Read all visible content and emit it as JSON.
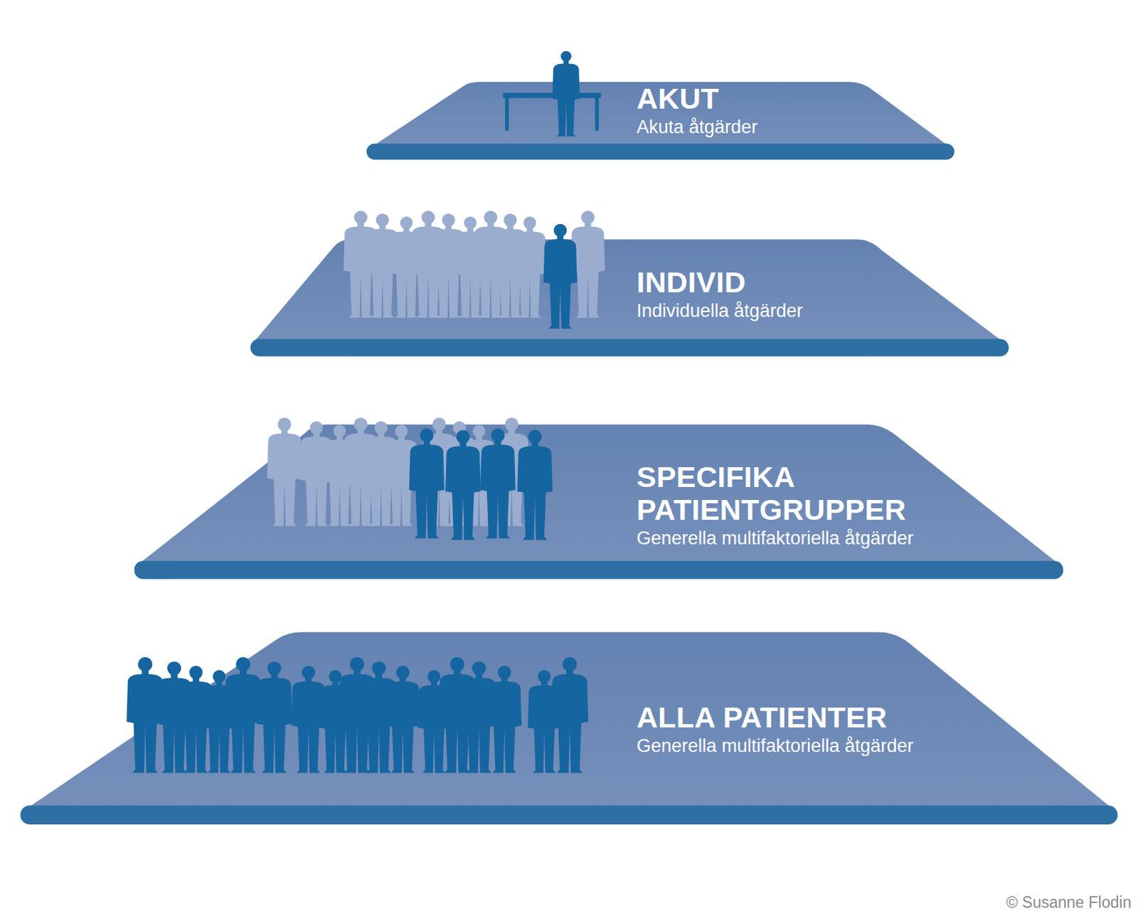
{
  "diagram": {
    "nodes": [
      {
        "text": [
          "AKUT",
          "Akuta åtgärder"
        ]
      },
      {
        "text": [
          "INDIVID",
          "Individuella åtgärder"
        ]
      },
      {
        "text": [
          "SPECIFIKA PATIENTGRUPPER",
          "Generella multifaktoriella åtgärder"
        ]
      },
      {
        "text": [
          "ALLA PATIENTER",
          "Generella multifaktoriella åtgärder"
        ]
      }
    ],
    "labels": [
      "© Susanne Flodin"
    ]
  }
}
